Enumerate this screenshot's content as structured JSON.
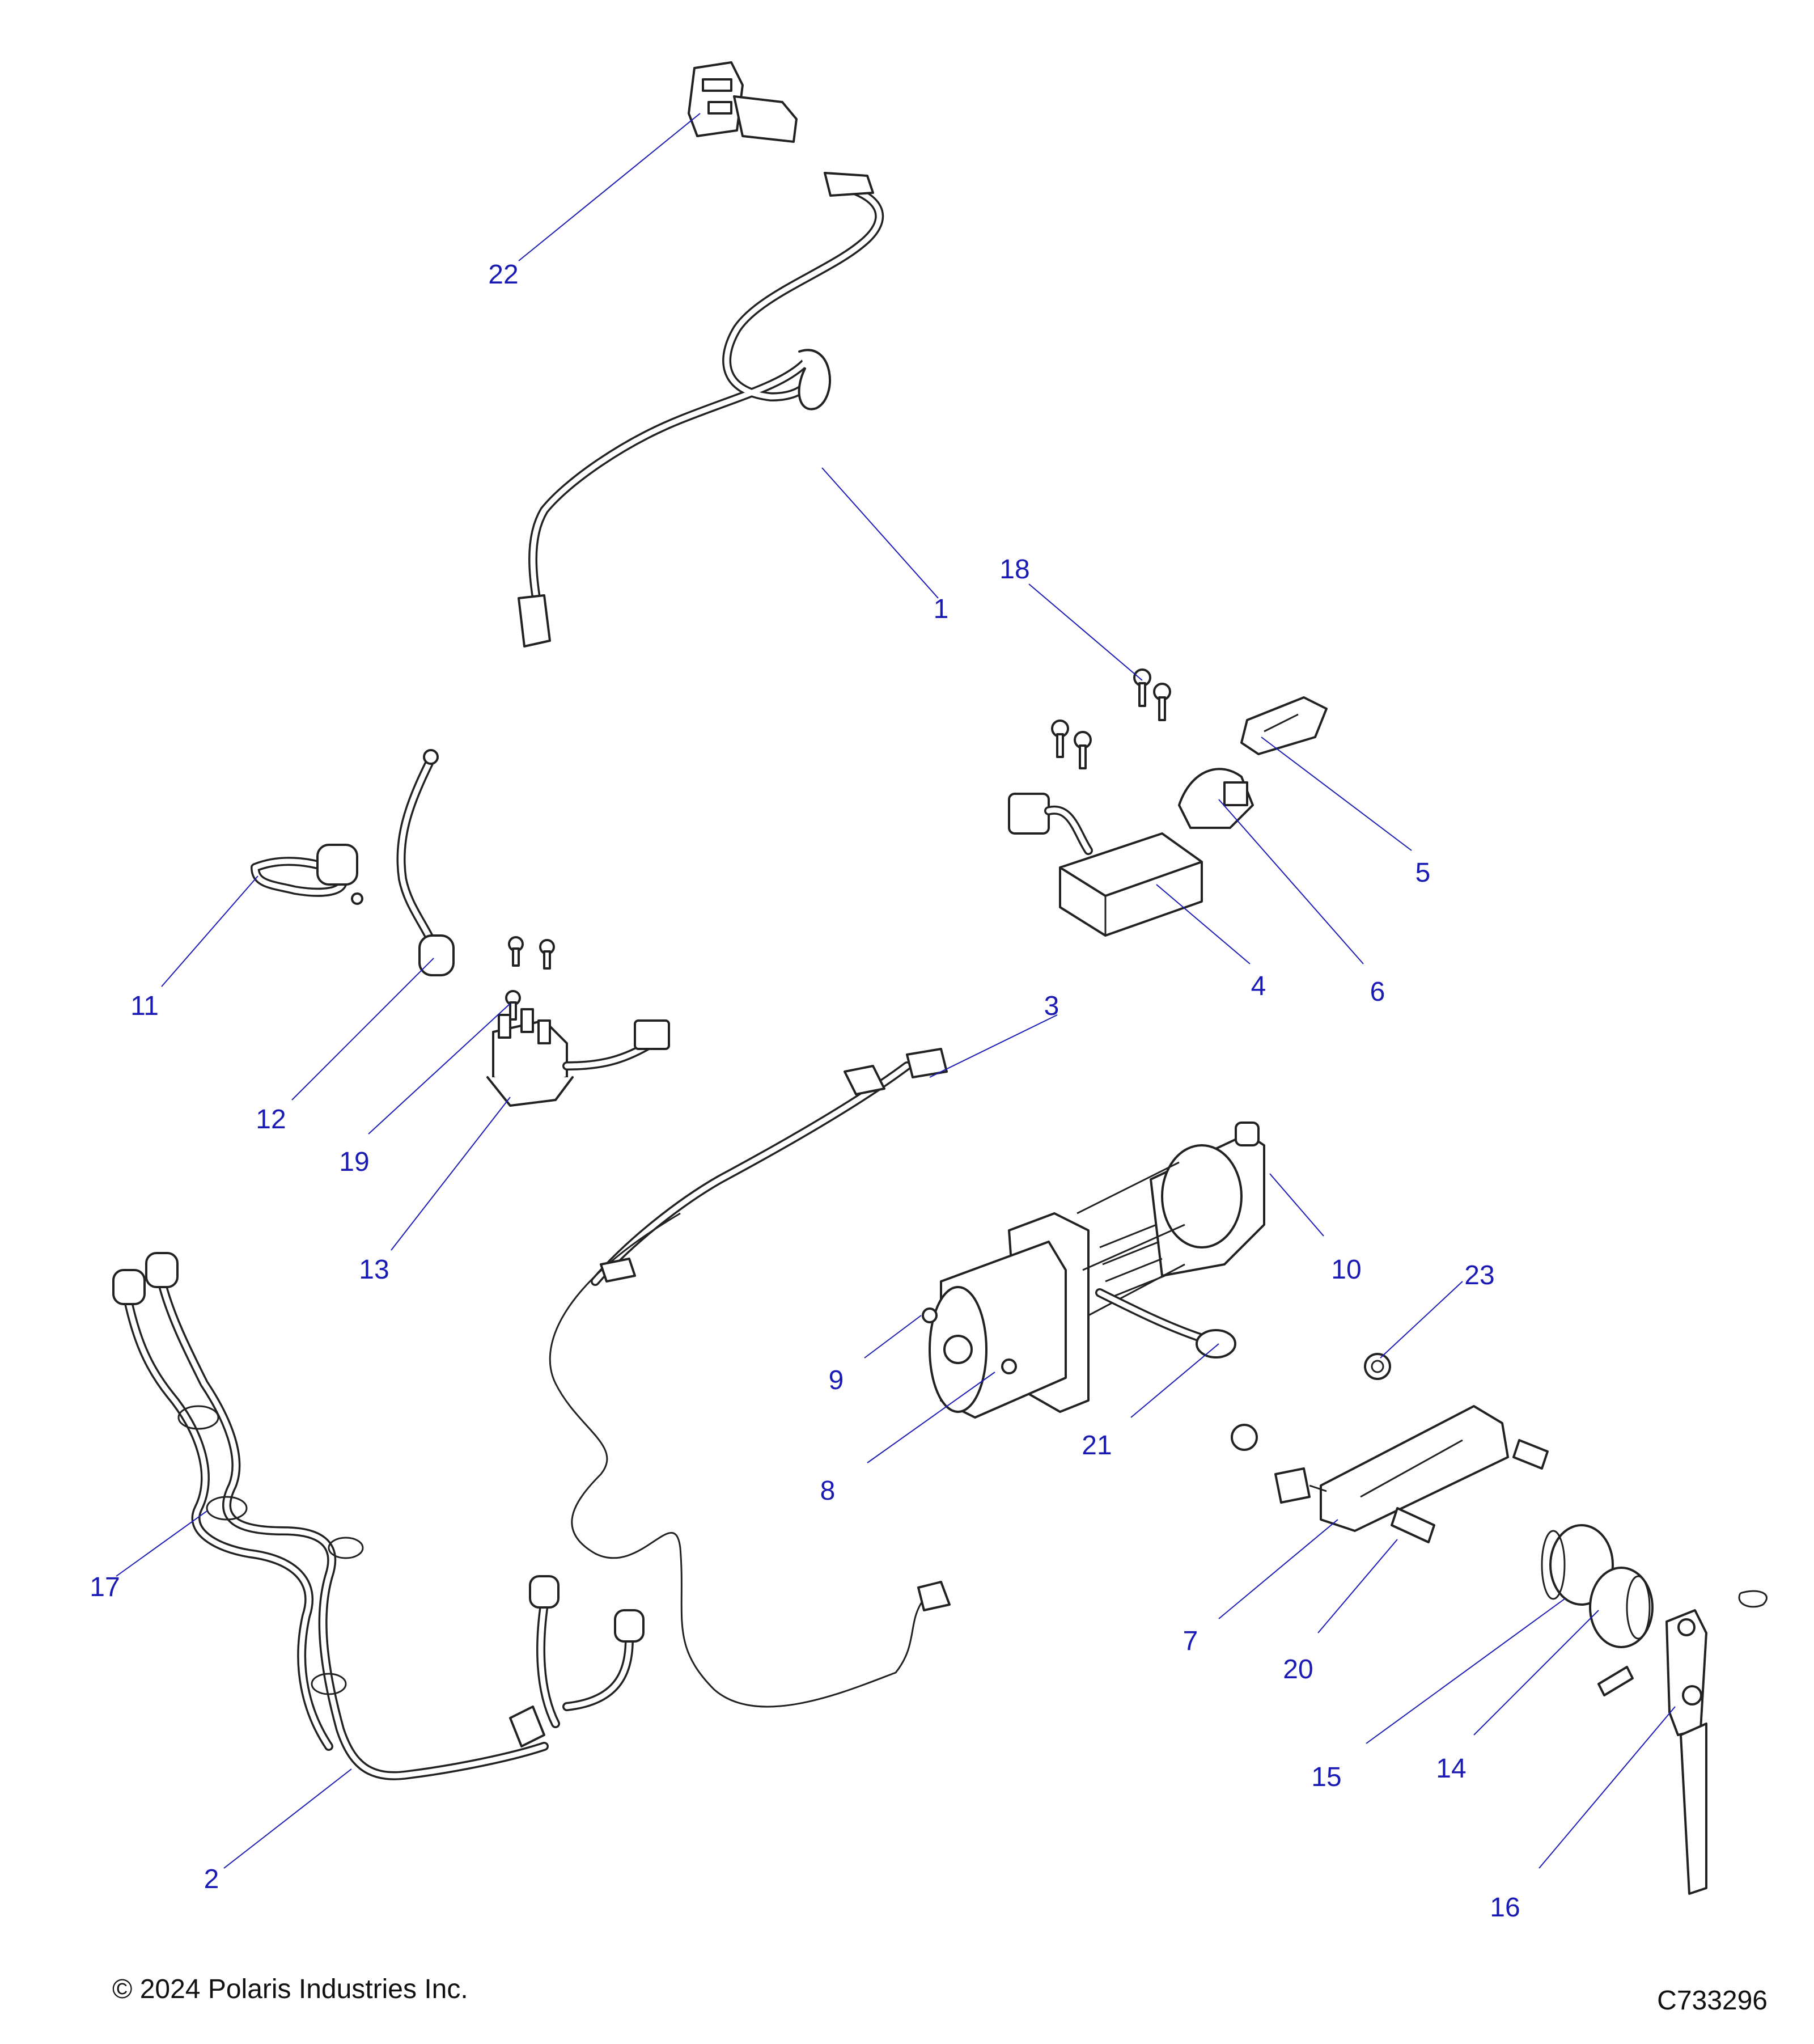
{
  "diagram": {
    "callouts": [
      {
        "id": "1",
        "label": "1"
      },
      {
        "id": "2",
        "label": "2"
      },
      {
        "id": "3",
        "label": "3"
      },
      {
        "id": "4",
        "label": "4"
      },
      {
        "id": "5",
        "label": "5"
      },
      {
        "id": "6",
        "label": "6"
      },
      {
        "id": "7",
        "label": "7"
      },
      {
        "id": "8",
        "label": "8"
      },
      {
        "id": "9",
        "label": "9"
      },
      {
        "id": "10",
        "label": "10"
      },
      {
        "id": "11",
        "label": "11"
      },
      {
        "id": "12",
        "label": "12"
      },
      {
        "id": "13",
        "label": "13"
      },
      {
        "id": "14",
        "label": "14"
      },
      {
        "id": "15",
        "label": "15"
      },
      {
        "id": "16",
        "label": "16"
      },
      {
        "id": "17",
        "label": "17"
      },
      {
        "id": "18",
        "label": "18"
      },
      {
        "id": "19",
        "label": "19"
      },
      {
        "id": "20",
        "label": "20"
      },
      {
        "id": "21",
        "label": "21"
      },
      {
        "id": "22",
        "label": "22"
      },
      {
        "id": "23",
        "label": "23"
      }
    ]
  },
  "footer": {
    "copyright": "© 2024 Polaris Industries Inc.",
    "drawing_number": "C733296"
  }
}
